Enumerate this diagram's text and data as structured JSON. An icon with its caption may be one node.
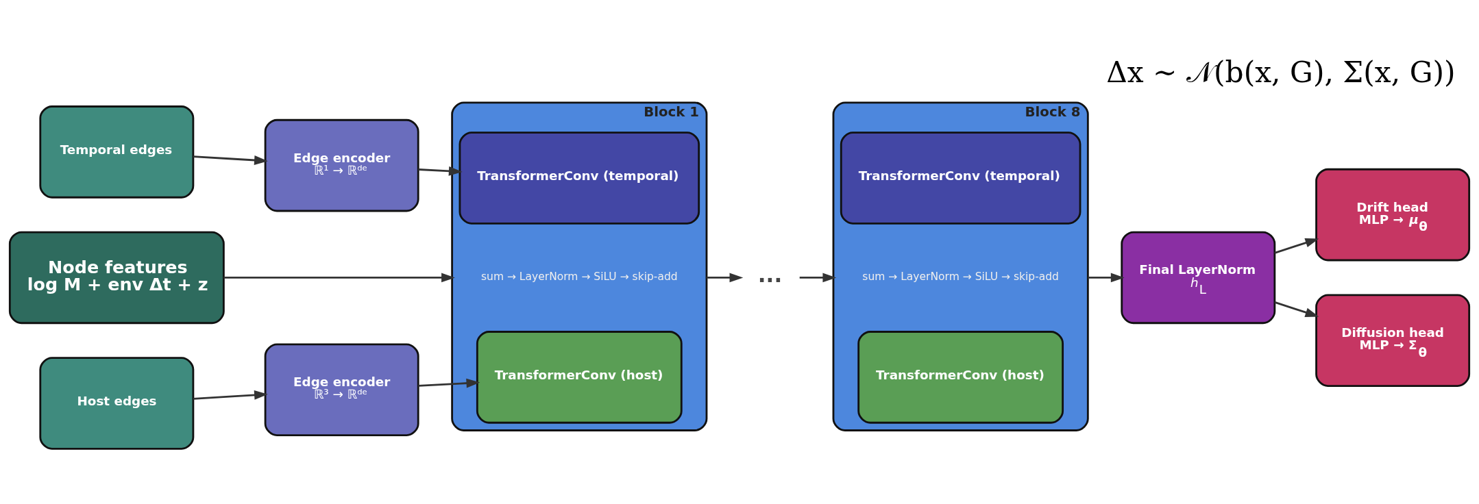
{
  "diagram": {
    "title": "Δx ∼ 𝒩(b(x, G), Σ(x, G))",
    "nodes": [
      {
        "text": [
          "Temporal edges"
        ]
      },
      {
        "text": [
          "Edge encoder",
          "ℝ¹ → ℝᵈᵉ"
        ]
      },
      {
        "text": [
          "Node features",
          "log M + env Δt + z"
        ]
      },
      {
        "text": [
          "Host edges"
        ]
      },
      {
        "text": [
          "Edge encoder",
          "ℝ³ → ℝᵈᵉ"
        ]
      },
      {
        "text": [
          "Block 1",
          "sum → LayerNorm → SiLU → skip-add"
        ]
      },
      {
        "text": [
          "TransformerConv (temporal)"
        ],
        "in": 5
      },
      {
        "text": [
          "TransformerConv (host)"
        ],
        "in": 5
      },
      {
        "text": [
          "..."
        ]
      },
      {
        "text": [
          "Block 8",
          "sum → LayerNorm → SiLU → skip-add"
        ]
      },
      {
        "text": [
          "TransformerConv (temporal)"
        ],
        "in": 9
      },
      {
        "text": [
          "TransformerConv (host)"
        ],
        "in": 9
      },
      {
        "text": [
          "Final LayerNorm",
          "*h*$_{L}$"
        ]
      },
      {
        "text": [
          "Drift head",
          "MLP → *μ*$_{θ}$"
        ]
      },
      {
        "text": [
          "Diffusion head",
          "MLP → Σ$_{θ}$"
        ]
      }
    ],
    "edges": [
      {
        "from": 0,
        "to": 1,
        "arrow": "to"
      },
      {
        "from": 3,
        "to": 4,
        "arrow": "to"
      },
      {
        "from": 1,
        "to": 6,
        "arrow": "to"
      },
      {
        "from": 4,
        "to": 7,
        "arrow": "to"
      },
      {
        "from": 2,
        "to": 5,
        "arrow": "to"
      },
      {
        "from": 5,
        "to": 8,
        "arrow": "to"
      },
      {
        "from": 8,
        "to": 9,
        "arrow": "to"
      },
      {
        "from": 9,
        "to": 12,
        "arrow": "to"
      },
      {
        "from": 12,
        "to": 13,
        "arrow": "to"
      },
      {
        "from": 12,
        "to": 14,
        "arrow": "to"
      }
    ]
  }
}
